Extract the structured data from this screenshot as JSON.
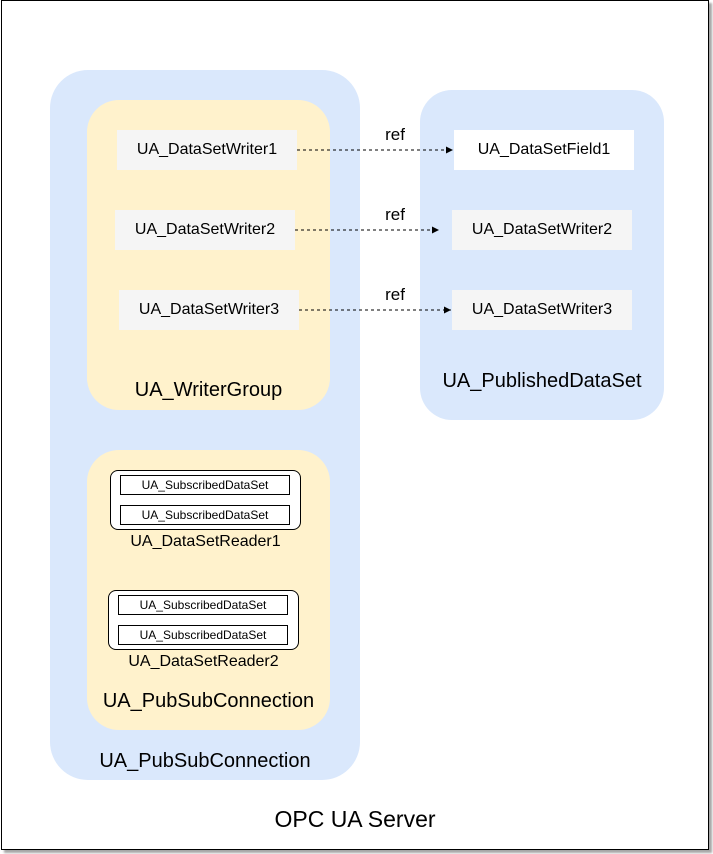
{
  "server": {
    "label": "OPC UA Server"
  },
  "outer_connection": {
    "label": "UA_PubSubConnection"
  },
  "writer_group": {
    "label": "UA_WriterGroup",
    "writers": [
      "UA_DataSetWriter1",
      "UA_DataSetWriter2",
      "UA_DataSetWriter3"
    ]
  },
  "reader_connection": {
    "label": "UA_PubSubConnection",
    "readers": [
      {
        "label": "UA_DataSetReader1",
        "subscribed": [
          "UA_SubscribedDataSet",
          "UA_SubscribedDataSet"
        ]
      },
      {
        "label": "UA_DataSetReader2",
        "subscribed": [
          "UA_SubscribedDataSet",
          "UA_SubscribedDataSet"
        ]
      }
    ]
  },
  "published_dataset": {
    "label": "UA_PublishedDataSet",
    "fields": [
      "UA_DataSetField1",
      "UA_DataSetWriter2",
      "UA_DataSetWriter3"
    ]
  },
  "refs": [
    "ref",
    "ref",
    "ref"
  ],
  "colors": {
    "container": "#dae8fc",
    "group": "#fff2cc",
    "item": "#f5f5f5"
  }
}
